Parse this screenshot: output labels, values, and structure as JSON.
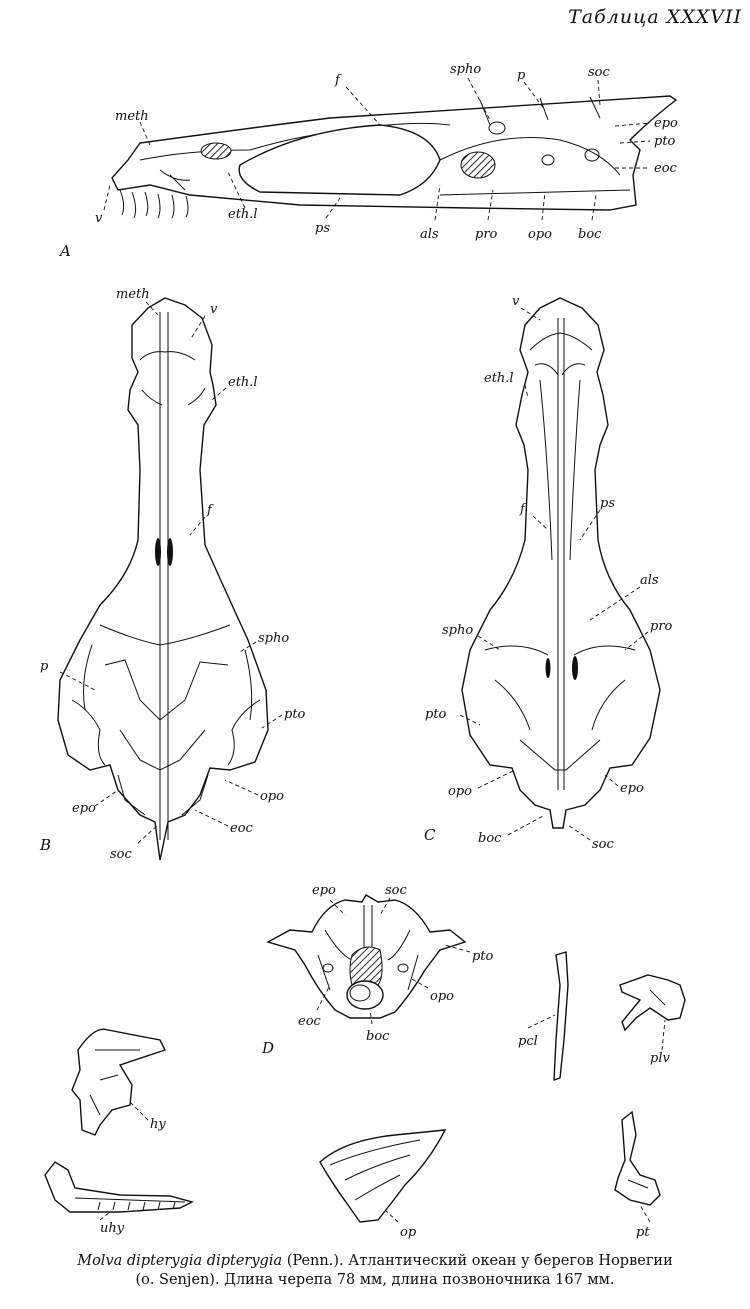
{
  "header": {
    "plate_title": "Таблица XXXVII"
  },
  "figures": {
    "A": {
      "letter": "A",
      "labels": [
        "meth",
        "f",
        "spho",
        "p",
        "soc",
        "epo",
        "pto",
        "eoc",
        "v",
        "eth.l",
        "ps",
        "als",
        "pro",
        "opo",
        "boc"
      ]
    },
    "B": {
      "letter": "B",
      "labels": [
        "meth",
        "v",
        "eth.l",
        "f",
        "spho",
        "p",
        "pto",
        "epo",
        "opo",
        "eoc",
        "soc"
      ]
    },
    "C": {
      "letter": "C",
      "labels": [
        "v",
        "eth.l",
        "f",
        "ps",
        "als",
        "spho",
        "pro",
        "pto",
        "opo",
        "epo",
        "boc",
        "soc"
      ]
    },
    "D": {
      "letter": "D",
      "labels": [
        "epo",
        "soc",
        "pto",
        "opo",
        "eoc",
        "boc"
      ]
    },
    "bones": {
      "labels": [
        "hy",
        "uhy",
        "op",
        "pcl",
        "plv",
        "pt"
      ]
    }
  },
  "caption": {
    "species": "Molva dipterygia dipterygia",
    "line1": "(Penn.). Атлантический океан у берегов Норвегии",
    "line2": "(о. Senjen). Длина черепа 78 мм, длина позвоночника 167 мм."
  }
}
